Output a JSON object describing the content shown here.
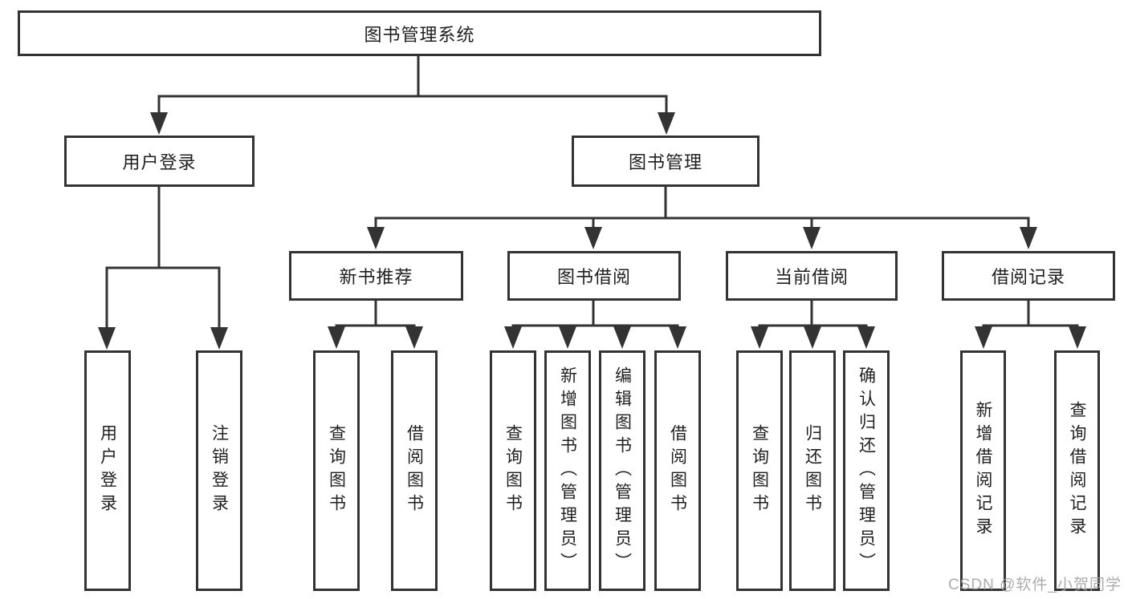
{
  "colors": {
    "line": "#333333",
    "box_border": "#333333",
    "box_background": "#ffffff",
    "text": "#1f1f1f",
    "watermark": "#a5a5a5"
  },
  "watermark": {
    "text": "CSDN @软件_小贺同学"
  },
  "tree": {
    "root": {
      "label": "图书管理系统"
    },
    "branches": [
      {
        "label": "用户登录",
        "children": [
          {
            "label": "用户登录"
          },
          {
            "label": "注销登录"
          }
        ]
      },
      {
        "label": "图书管理",
        "children": [
          {
            "label": "新书推荐",
            "children": [
              {
                "label": "查询图书"
              },
              {
                "label": "借阅图书"
              }
            ]
          },
          {
            "label": "图书借阅",
            "children": [
              {
                "label": "查询图书"
              },
              {
                "label": "新增图书（管理员）"
              },
              {
                "label": "编辑图书（管理员）"
              },
              {
                "label": "借阅图书"
              }
            ]
          },
          {
            "label": "当前借阅",
            "children": [
              {
                "label": "查询图书"
              },
              {
                "label": "归还图书"
              },
              {
                "label": "确认归还（管理员）"
              }
            ]
          },
          {
            "label": "借阅记录",
            "children": [
              {
                "label": "新增借阅记录"
              },
              {
                "label": "查询借阅记录"
              }
            ]
          }
        ]
      }
    ]
  }
}
